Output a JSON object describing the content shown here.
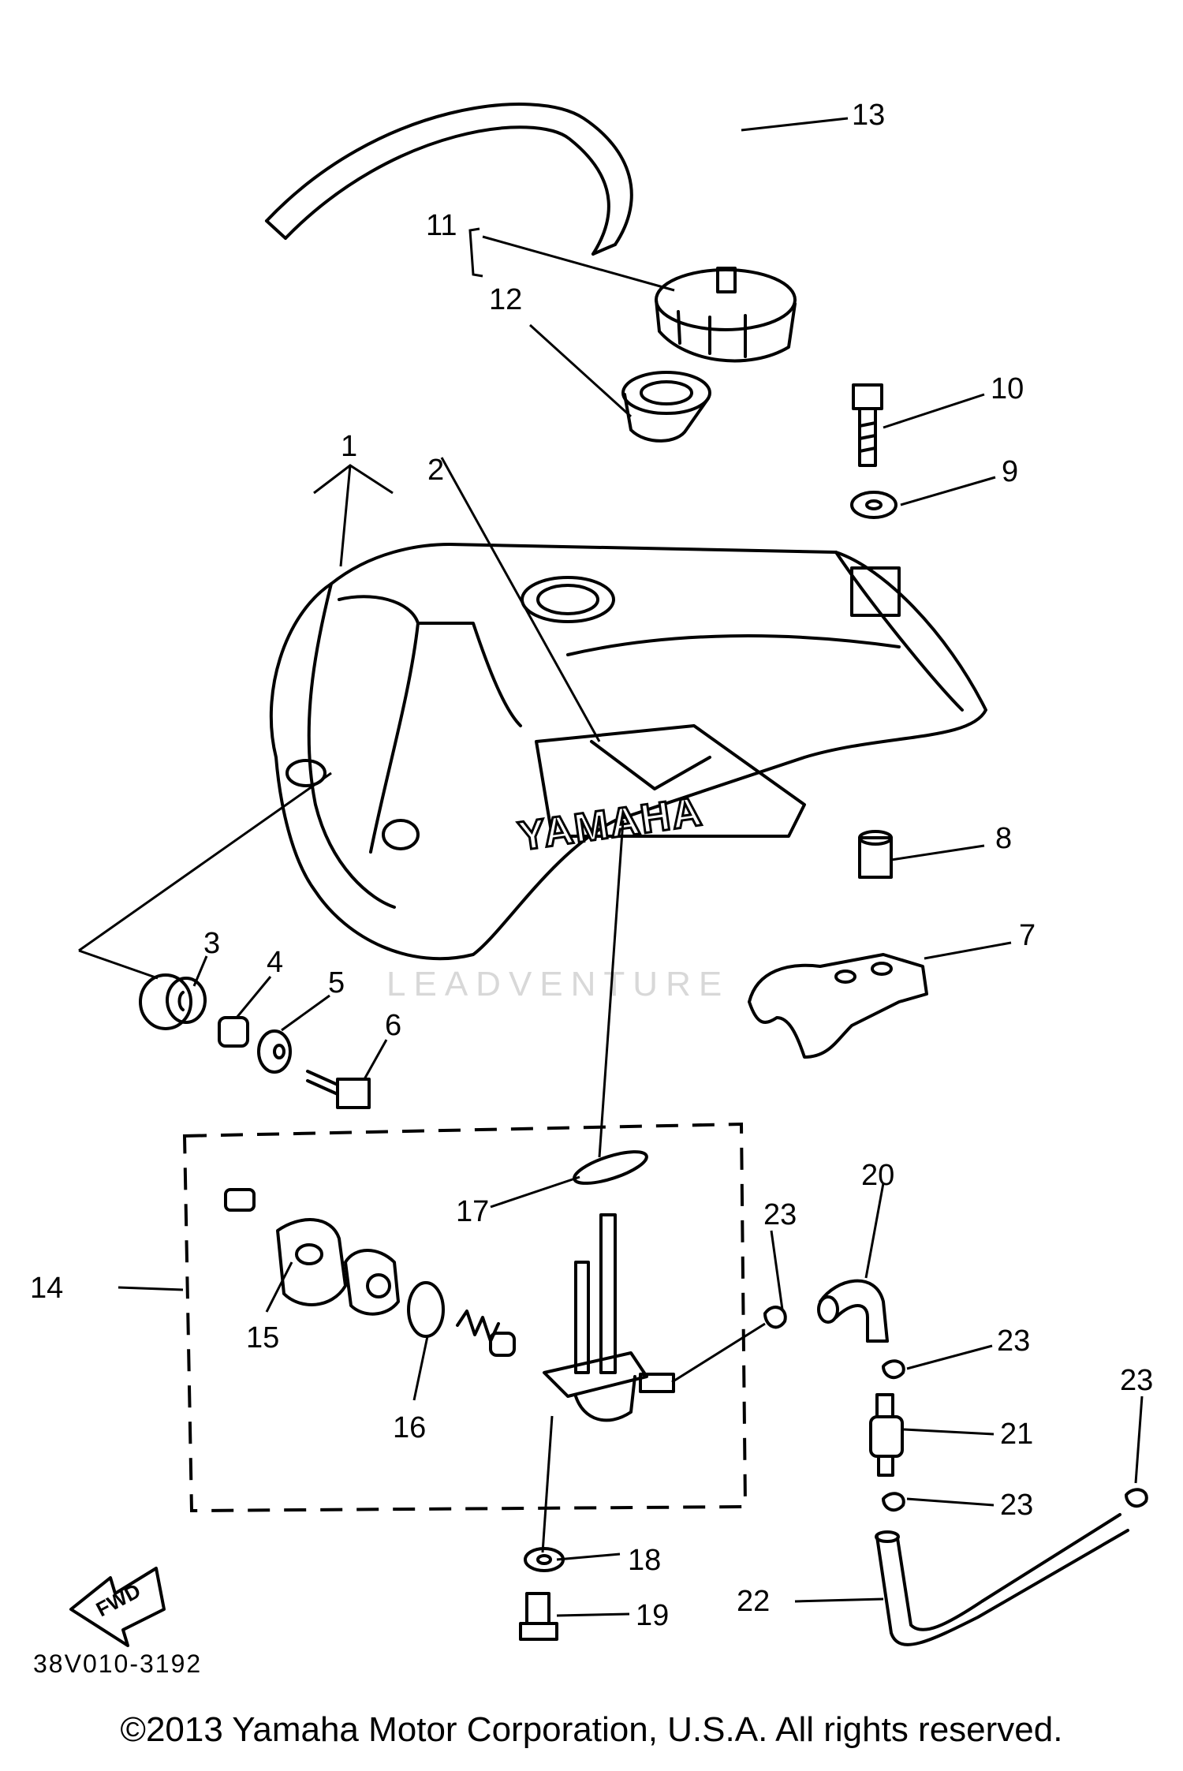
{
  "diagram": {
    "drawing_code": "38V010-3192",
    "logo_text": "YAMAHA",
    "fwd_label": "FWD",
    "watermark": "LEADVENTURE",
    "callouts": [
      "1",
      "2",
      "3",
      "4",
      "5",
      "6",
      "7",
      "8",
      "9",
      "10",
      "11",
      "12",
      "13",
      "14",
      "15",
      "16",
      "17",
      "18",
      "19",
      "20",
      "21",
      "22",
      "23"
    ]
  },
  "footer": {
    "copyright": "©2013 Yamaha Motor Corporation, U.S.A. All rights reserved."
  }
}
